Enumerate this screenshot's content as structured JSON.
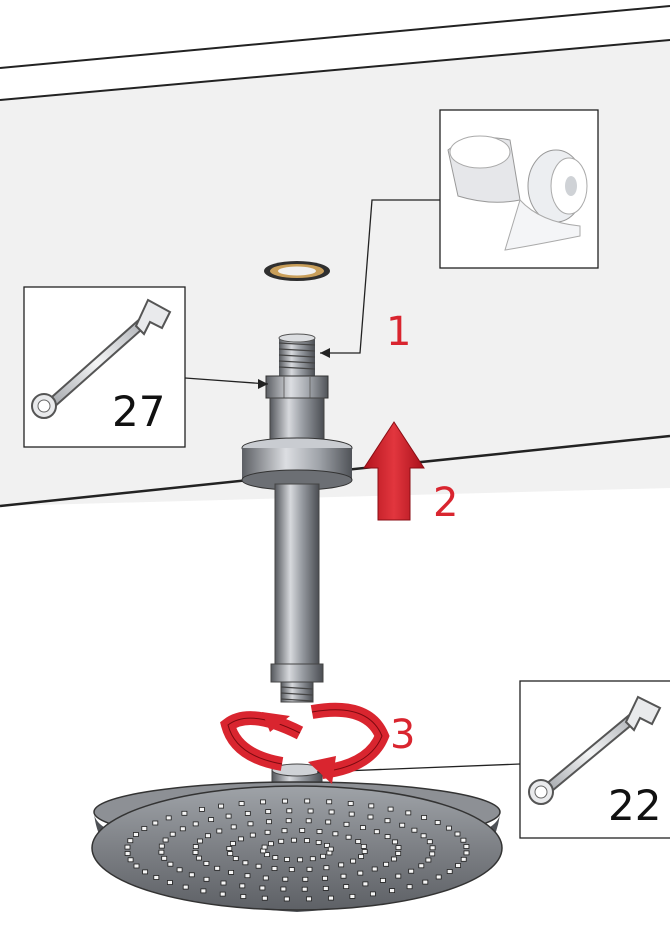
{
  "steps": [
    {
      "number": "1",
      "action": "apply-thread-seal-tape"
    },
    {
      "number": "2",
      "action": "push-up-to-ceiling"
    },
    {
      "number": "3",
      "action": "screw-on-shower-head"
    }
  ],
  "tools": {
    "wrench_upper": {
      "size": "27",
      "icon": "wrench-icon"
    },
    "wrench_lower": {
      "size": "22",
      "icon": "wrench-icon"
    },
    "tape": {
      "icon": "ptfe-tape-icon"
    }
  },
  "colors": {
    "accent_red": "#d9252f",
    "line": "#222222",
    "ceiling": "#f1f1f1",
    "metal_dark": "#5a5d62",
    "metal_light": "#c9ccd1"
  }
}
